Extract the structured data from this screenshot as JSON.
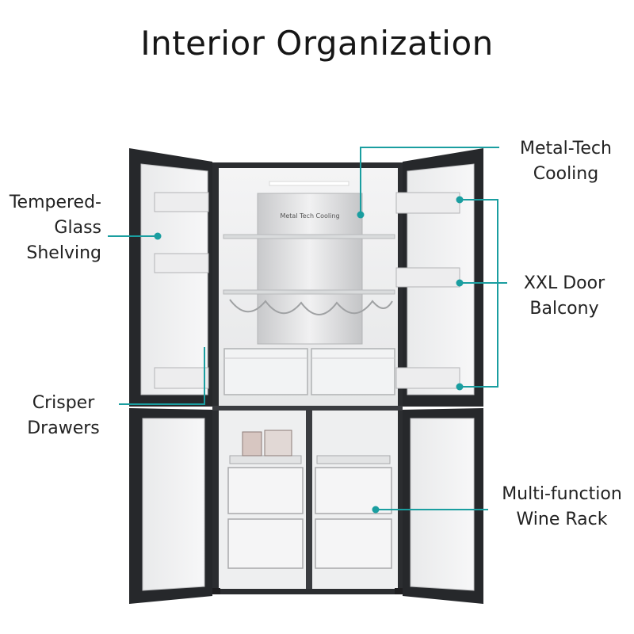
{
  "title": "Interior Organization",
  "accent_color": "#1a9ea0",
  "callouts": {
    "tempered_glass": [
      "Tempered-",
      "Glass",
      "Shelving"
    ],
    "crisper": [
      "Crisper",
      "Drawers"
    ],
    "metal_tech": [
      "Metal-Tech",
      "Cooling"
    ],
    "xxl_door": [
      "XXL Door",
      "Balcony"
    ],
    "wine_rack": [
      "Multi-function",
      "Wine Rack"
    ]
  },
  "panel_text": "Metal Tech Cooling"
}
